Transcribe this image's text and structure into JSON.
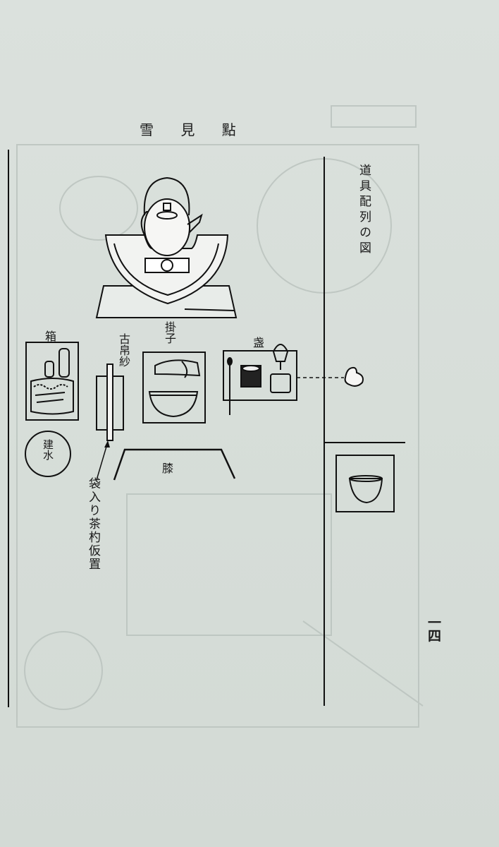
{
  "header": {
    "title": "雪 見 點"
  },
  "diagram": {
    "side_title": "道具配列の図",
    "labels": {
      "hako": "箱",
      "kobukusa": "古帛紗",
      "kakego": "掛子",
      "natsume": "盏",
      "kensui": "建水",
      "hiza": "膝",
      "chasen_note": "袋入り茶杓仮置"
    }
  },
  "footer": {
    "page_number": "一四"
  }
}
